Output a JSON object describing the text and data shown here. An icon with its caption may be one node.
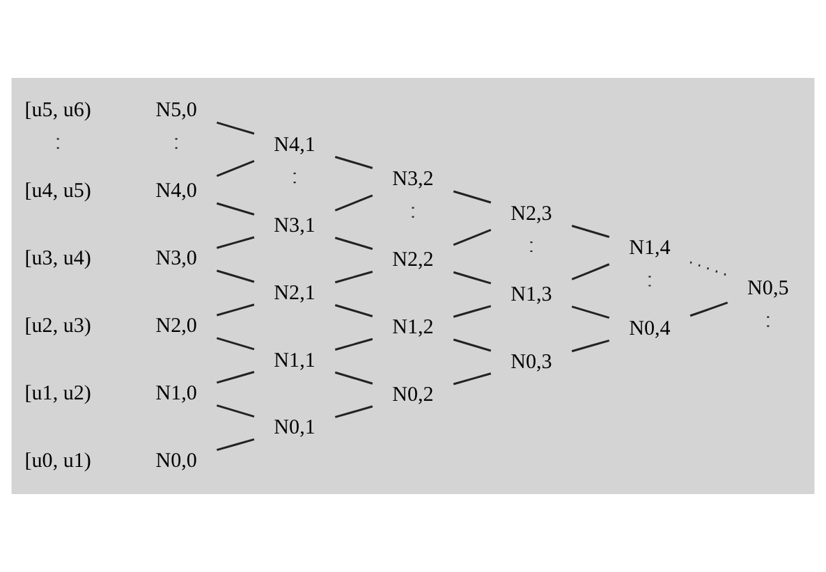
{
  "diagram": {
    "nodes": [
      {
        "text": [
          "N0,0"
        ]
      },
      {
        "text": [
          "N1,0"
        ]
      },
      {
        "text": [
          "N2,0"
        ]
      },
      {
        "text": [
          "N3,0"
        ]
      },
      {
        "text": [
          "N4,0"
        ]
      },
      {
        "text": [
          "N5,0"
        ]
      },
      {
        "text": [
          "N0,1"
        ]
      },
      {
        "text": [
          "N1,1"
        ]
      },
      {
        "text": [
          "N2,1"
        ]
      },
      {
        "text": [
          "N3,1"
        ]
      },
      {
        "text": [
          "N4,1"
        ]
      },
      {
        "text": [
          "N0,2"
        ]
      },
      {
        "text": [
          "N1,2"
        ]
      },
      {
        "text": [
          "N2,2"
        ]
      },
      {
        "text": [
          "N3,2"
        ]
      },
      {
        "text": [
          "N0,3"
        ]
      },
      {
        "text": [
          "N1,3"
        ]
      },
      {
        "text": [
          "N2,3"
        ]
      },
      {
        "text": [
          "N0,4"
        ]
      },
      {
        "text": [
          "N1,4"
        ]
      },
      {
        "text": [
          "N0,5"
        ]
      },
      {
        "text": [
          "[u5, u6)"
        ]
      }
    ],
    "edges": [
      {
        "from": 0,
        "to": 6,
        "arrow": "none"
      },
      {
        "from": 1,
        "to": 6,
        "arrow": "none"
      },
      {
        "from": 1,
        "to": 7,
        "arrow": "none"
      },
      {
        "from": 2,
        "to": 7,
        "arrow": "none"
      },
      {
        "from": 2,
        "to": 8,
        "arrow": "none"
      },
      {
        "from": 3,
        "to": 8,
        "arrow": "none"
      },
      {
        "from": 3,
        "to": 9,
        "arrow": "none"
      },
      {
        "from": 4,
        "to": 9,
        "arrow": "none"
      },
      {
        "from": 4,
        "to": 10,
        "arrow": "none"
      },
      {
        "from": 5,
        "to": 10,
        "arrow": "none"
      },
      {
        "from": 6,
        "to": 11,
        "arrow": "none"
      },
      {
        "from": 7,
        "to": 11,
        "arrow": "none"
      },
      {
        "from": 7,
        "to": 12,
        "arrow": "none"
      },
      {
        "from": 8,
        "to": 12,
        "arrow": "none"
      },
      {
        "from": 8,
        "to": 13,
        "arrow": "none"
      },
      {
        "from": 9,
        "to": 13,
        "arrow": "none"
      },
      {
        "from": 9,
        "to": 14,
        "arrow": "none"
      },
      {
        "from": 10,
        "to": 14,
        "arrow": "none"
      },
      {
        "from": 11,
        "to": 15,
        "arrow": "none"
      },
      {
        "from": 12,
        "to": 15,
        "arrow": "none"
      },
      {
        "from": 12,
        "to": 16,
        "arrow": "none"
      },
      {
        "from": 13,
        "to": 16,
        "arrow": "none"
      },
      {
        "from": 13,
        "to": 17,
        "arrow": "none"
      },
      {
        "from": 14,
        "to": 17,
        "arrow": "none"
      },
      {
        "from": 15,
        "to": 18,
        "arrow": "none"
      },
      {
        "from": 16,
        "to": 18,
        "arrow": "none"
      },
      {
        "from": 16,
        "to": 19,
        "arrow": "none"
      },
      {
        "from": 17,
        "to": 19,
        "arrow": "none"
      },
      {
        "from": 18,
        "to": 20,
        "arrow": "none"
      },
      {
        "from": 19,
        "to": 20,
        "arrow": "none",
        "style": "dashed"
      },
      {
        "from": 20,
        "to": null,
        "arrow": "none",
        "style": "dashed"
      },
      {
        "from": 19,
        "to": null,
        "arrow": "none",
        "style": "dashed"
      },
      {
        "from": 17,
        "to": null,
        "arrow": "none",
        "style": "dashed"
      },
      {
        "from": 14,
        "to": null,
        "arrow": "none",
        "style": "dashed"
      },
      {
        "from": 10,
        "to": null,
        "arrow": "none",
        "style": "dashed"
      },
      {
        "from": 5,
        "to": null,
        "arrow": "none",
        "style": "dashed"
      },
      {
        "from": 21,
        "to": null,
        "arrow": "none",
        "style": "dashed"
      }
    ],
    "labels": [
      "[u0, u1)",
      "[u1, u2)",
      "[u2, u3)",
      "[u3, u4)",
      "[u4, u5)"
    ]
  }
}
